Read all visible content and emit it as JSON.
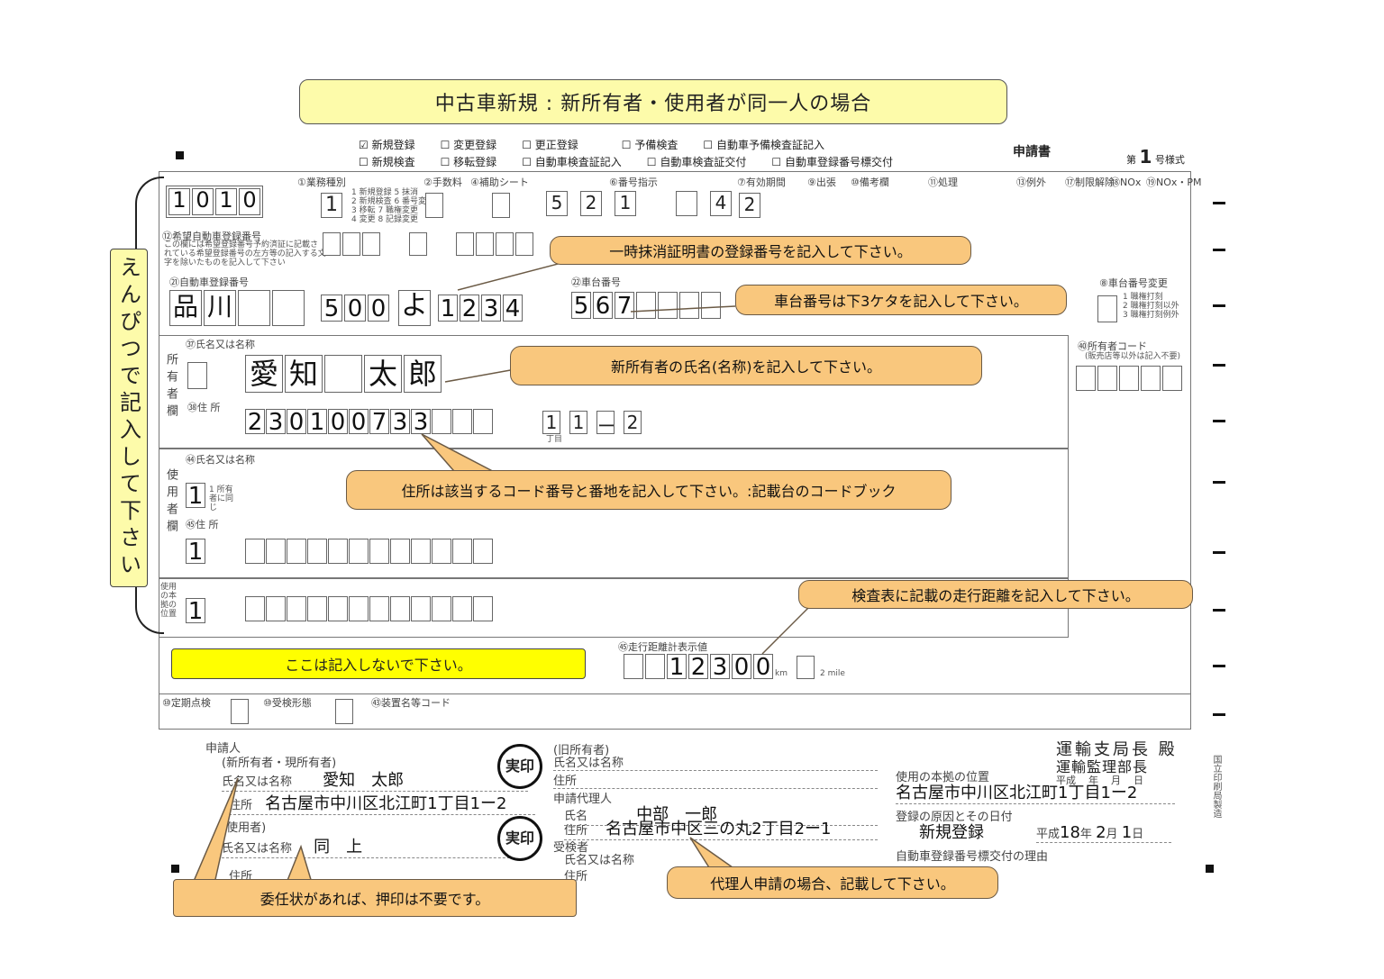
{
  "title": "中古車新規 : 新所有者・使用者が同一人の場合",
  "form_header": {
    "checkboxes": [
      "新規登録",
      "変更登録",
      "更正登録",
      "予備検査",
      "自動車予備検査証記入",
      "新規検査",
      "移転登録",
      "自動車検査証記入",
      "自動車検査証交付",
      "自動車登録番号標交付"
    ],
    "request_label": "申請書",
    "form_no_prefix": "第",
    "form_no": "1",
    "form_no_suffix": "号様式"
  },
  "office_code": [
    "1",
    "0",
    "1",
    "0"
  ],
  "top_row": {
    "labels": [
      "①業務種別",
      "②手数料",
      "④補助シート",
      "⑥番号指示",
      "⑦有効期間",
      "⑨出張",
      "⑩備考欄",
      "⑪処理",
      "⑬例外",
      "⑰制限解除",
      "⑱NOx",
      "⑲NOx・PM"
    ],
    "gyomu_value": "1",
    "bango_values": [
      "5",
      "2",
      "1",
      "4",
      "2"
    ]
  },
  "sections": {
    "kibou": "⑫希望自動車登録番号",
    "kibou_note": "この欄には希望登録番号予約済証に記載されている希望登録番号の左方等の記入する文字を除いたものを記入して下さい",
    "toroku_label": "㉑自動車登録番号",
    "shadai_label": "㉒車台番号",
    "shadai_change": "⑧車台番号変更",
    "shadai_change_opts": [
      "1 職権打刻",
      "2 職権打刻以外",
      "3 職権打刻例外"
    ],
    "shoyusha_col": "所有者欄",
    "shimei_label": "㊲氏名又は名称",
    "jusho_label": "㊳住 所",
    "owner_code_label": "㊵所有者コード",
    "owner_code_note": "(販売店等以外は記入不要)",
    "shiyosha_col": "使用者欄",
    "shiyo_shimei": "㊹氏名又は名称",
    "shiyo_jusho": "㊺住 所",
    "honkyo_col": "使用の本拠の位置",
    "sokou_label": "㊺走行距離計表示値",
    "teiki_label": "⑩定期点検",
    "jushin_label": "⑩受検形態",
    "souchi_label": "㊸装置名等コード",
    "chome": "丁目",
    "km": "km",
    "mile": "2 mile",
    "same_as_owner": "1 所有者に同じ"
  },
  "values": {
    "plate_kanji": [
      "品",
      "川"
    ],
    "plate_class": [
      "5",
      "0",
      "0"
    ],
    "plate_kana": "よ",
    "plate_number": [
      "1",
      "2",
      "3",
      "4"
    ],
    "chassis": [
      "5",
      "6",
      "7"
    ],
    "owner_name": [
      "愛",
      "知",
      "",
      "太",
      "郎"
    ],
    "address_code": [
      "2",
      "3",
      "0",
      "1",
      "0",
      "0",
      "7",
      "3",
      "3"
    ],
    "address_block": [
      "1",
      "1",
      "ー",
      "2"
    ],
    "user_same": "1",
    "user_addr_same": "1",
    "honkyo_same": "1",
    "odometer": [
      "1",
      "2",
      "3",
      "0",
      "0"
    ]
  },
  "bottom": {
    "applicant_label": "申請人",
    "new_owner_label": "(新所有者・現所有者)",
    "shimei": "氏名又は名称",
    "owner_name": "愛知　太郎",
    "jusho": "住所",
    "owner_address": "名古屋市中川区北江町1丁目1ー2",
    "user_label": "(使用者)",
    "user_name": "同　上",
    "stamp": "実印",
    "old_owner_label": "(旧所有者)",
    "agent_label": "申請代理人",
    "agent_shimei": "氏名",
    "agent_name": "中部　一郎",
    "agent_address": "名古屋市中区三の丸2丁目2ー1",
    "inspector_label": "受検者",
    "to_line1": "運輸支局長 殿",
    "to_line2": "運輸監理部長",
    "era": "平成",
    "ymd": [
      "年",
      "月",
      "日"
    ],
    "honkyo_label": "使用の本拠の位置",
    "honkyo_address": "名古屋市中川区北江町1丁目1ー2",
    "cause_label": "登録の原因とその日付",
    "cause": "新規登録",
    "date_year": "18",
    "date_month": "2",
    "date_day": "1",
    "plate_reason": "自動車登録番号標交付の理由",
    "printer_vertical": "国立印刷局製造"
  },
  "side_label": "えんぴつで記入して下さい",
  "callouts": {
    "c1": "一時抹消証明書の登録番号を記入して下さい。",
    "c2": "車台番号は下3ケタを記入して下さい。",
    "c3": "新所有者の氏名(名称)を記入して下さい。",
    "c4": "住所は該当するコード番号と番地を記入して下さい。:記載台のコードブック",
    "c5": "検査表に記載の走行距離を記入して下さい。",
    "c6": "ここは記入しないで下さい。",
    "c7": "委任状があれば、押印は不要です。",
    "c8": "代理人申請の場合、記載して下さい。"
  }
}
